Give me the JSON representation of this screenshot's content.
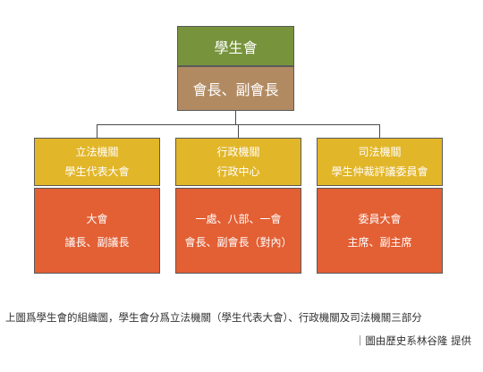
{
  "top": {
    "title": "學生會",
    "leaders": "會長、副會長"
  },
  "branches": [
    {
      "head": [
        "立法機關",
        "學生代表大會"
      ],
      "body": [
        "大會",
        "議長、副議長"
      ]
    },
    {
      "head": [
        "行政機關",
        "行政中心"
      ],
      "body": [
        "一處、八部、一會",
        "會長、副會長（對內）"
      ]
    },
    {
      "head": [
        "司法機關",
        "學生仲裁評議委員會"
      ],
      "body": [
        "委員大會",
        "主席、副主席"
      ]
    }
  ],
  "caption": "上圖爲學生會的組織圖，學生會分爲立法機關（學生代表大會）、行政機關及司法機關三部分",
  "credit": "｜圖由歷史系林谷隆 提供",
  "colors": {
    "green": "#77933c",
    "brown": "#b28a62",
    "yellow": "#e2b629",
    "orange": "#e35f34"
  }
}
